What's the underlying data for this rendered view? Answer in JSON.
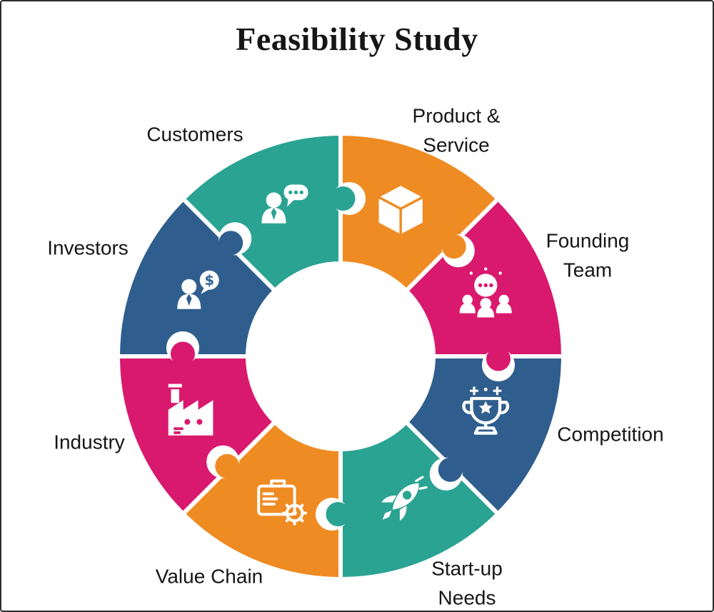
{
  "title": "Feasibility Study",
  "diagram": {
    "segments": [
      {
        "id": "customers",
        "label": "Customers",
        "color": "#2aa392",
        "icon": "person-chat-icon"
      },
      {
        "id": "investors",
        "label": "Investors",
        "color": "#2f5e8e",
        "icon": "person-dollar-icon"
      },
      {
        "id": "industry",
        "label": "Industry",
        "color": "#d9196e",
        "icon": "factory-icon"
      },
      {
        "id": "value-chain",
        "label": "Value Chain",
        "color": "#ef8b23",
        "icon": "briefcase-gear-icon"
      },
      {
        "id": "startup-needs",
        "label": "Start-up\nNeeds",
        "color": "#2aa392",
        "icon": "rocket-icon"
      },
      {
        "id": "competition",
        "label": "Competition",
        "color": "#2f5e8e",
        "icon": "trophy-icon"
      },
      {
        "id": "founding-team",
        "label": "Founding\nTeam",
        "color": "#d9196e",
        "icon": "team-chat-icon"
      },
      {
        "id": "product-service",
        "label": "Product &\nService",
        "color": "#ef8b23",
        "icon": "cube-icon"
      }
    ]
  }
}
